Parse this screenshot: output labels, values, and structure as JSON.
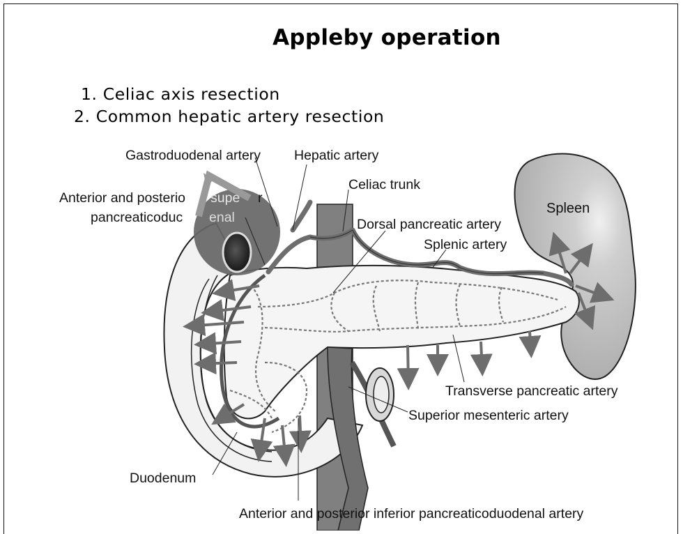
{
  "slide": {
    "title": "Appleby operation",
    "list": [
      "1. Celiac axis resection",
      "2. Common hepatic artery resection"
    ]
  },
  "labels": {
    "gastroduodenal": "Gastroduodenal artery",
    "hepatic": "Hepatic artery",
    "celiac": "Celiac trunk",
    "ant_post_sup_1": "Anterior and posterio",
    "ant_post_sup_1b": "supe",
    "ant_post_sup_1c": "r",
    "ant_post_sup_2": "pancreaticoduc",
    "ant_post_sup_2b": "enal",
    "spleen": "Spleen",
    "dorsal": "Dorsal pancreatic artery",
    "splenic": "Splenic artery",
    "transverse": "Transverse pancreatic artery",
    "sma": "Superior mesenteric artery",
    "duodenum": "Duodenum",
    "inferior": "Anterior and posterior inferior pancreaticoduodenal artery"
  },
  "colors": {
    "artery": "#6d6d6d",
    "organ_fill": "#f4f4f4",
    "spleen_fill": "#bdbdbd",
    "aorta": "#808080",
    "highlight": "#6f6f6f"
  }
}
